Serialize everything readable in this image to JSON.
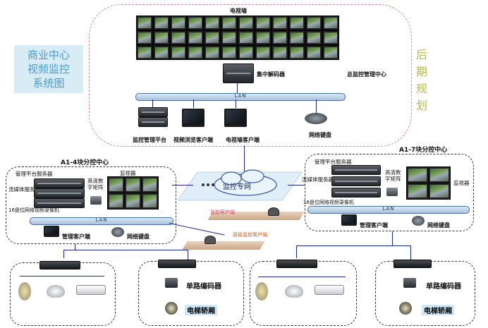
{
  "title": "商业中心\n视频监控\n系统图",
  "title_lines": [
    "商业中心",
    "视频监控",
    "系统图"
  ],
  "later_plan": "后期规划",
  "colors": {
    "title_bg": "#d7ecf5",
    "title_text": "#4a9bd0",
    "later_text": "#b6b84a",
    "lan_line": "#1b2a8a",
    "pink_label": "#d64a6a"
  },
  "top_center": {
    "video_wall": "电视墙",
    "decoder": "集中解码器",
    "center_label": "总监控管理中心",
    "lan": "LAN",
    "devices": [
      "监控管理平台",
      "视频浏览客户端",
      "电视墙客户端",
      "网络键盘"
    ]
  },
  "network": {
    "cloud": "监控专网",
    "client_pink": "监控客户端",
    "client_orange": "县级监控客户端"
  },
  "left_center": {
    "title": "A1-4块分控中心",
    "servers": [
      "管理平台服务器",
      "流媒体服务",
      "16盘位网络视频录像机"
    ],
    "matrix": "高清数字矩阵",
    "wall": "监视器",
    "lan": "LAN",
    "client": "管理客户端",
    "keyboard": "网络键盘"
  },
  "right_center": {
    "title": "A1-7块分控中心",
    "servers": [
      "管理平台服务器",
      "流媒体服务器",
      "16盘位网络视频录像机"
    ],
    "matrix": "高清数字矩阵",
    "wall": "监视器",
    "lan": "LAN",
    "client": "管理客户端",
    "keyboard": "网络键盘"
  },
  "field": {
    "encoder": "单路编码器",
    "elevator": "电梯轿厢"
  }
}
